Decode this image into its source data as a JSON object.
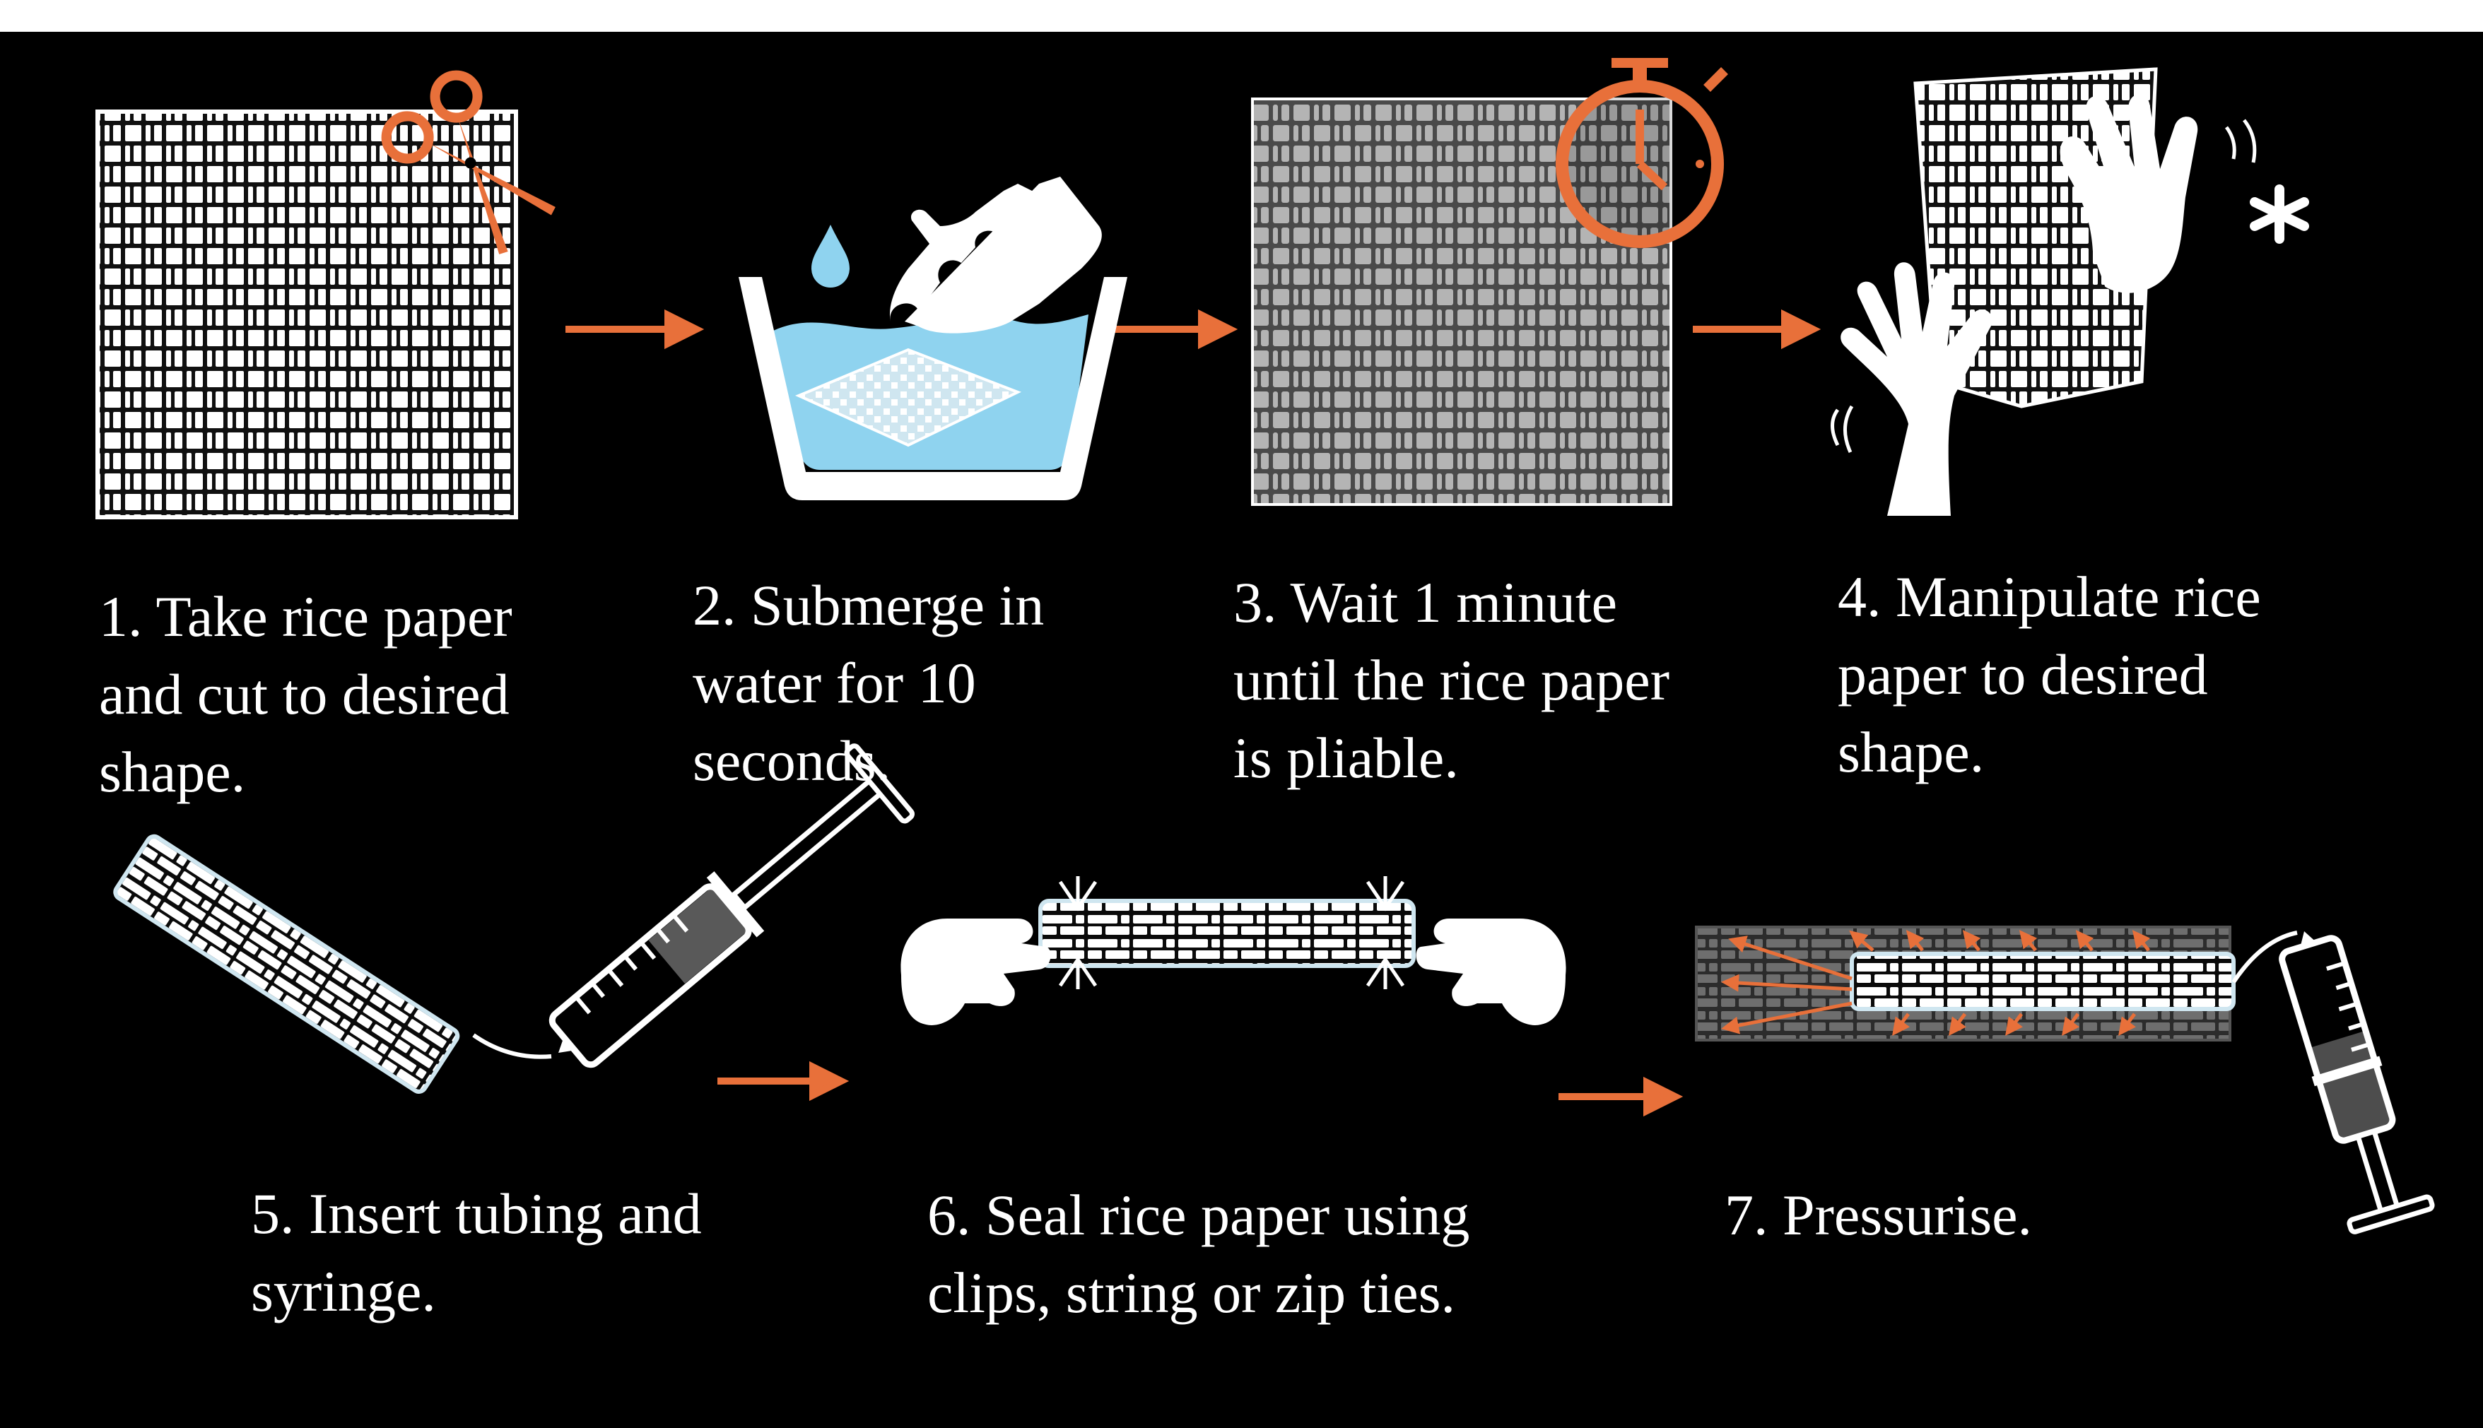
{
  "colors": {
    "background": "#000000",
    "accent": "#e8703a",
    "water": "#8fd3ef",
    "wet_paper": "#9a9a9a",
    "text": "#ffffff"
  },
  "steps": [
    {
      "caption": "1. Take rice paper\nand cut to desired\nshape.",
      "icons": [
        "rice-paper-sheet",
        "scissors-icon"
      ]
    },
    {
      "caption": "2. Submerge in\nwater for 10\nseconds.",
      "icons": [
        "water-bowl",
        "water-drop-icon",
        "hand-icon"
      ]
    },
    {
      "caption": "3. Wait 1 minute\nuntil the rice paper\nis pliable.",
      "icons": [
        "wet-rice-paper",
        "stopwatch-icon"
      ]
    },
    {
      "caption": "4. Manipulate rice\npaper to desired\nshape.",
      "icons": [
        "rice-paper-sheet",
        "hand-icon",
        "sparkle-icon"
      ]
    },
    {
      "caption": "5. Insert tubing and\nsyringe.",
      "icons": [
        "rice-paper-tube",
        "syringe-icon"
      ]
    },
    {
      "caption": "6. Seal rice paper using\nclips, string or zip ties.",
      "icons": [
        "rice-paper-tube",
        "pointing-hand-icon",
        "seal-arrows-icon"
      ]
    },
    {
      "caption": "7. Pressurise.",
      "icons": [
        "pressurised-tube",
        "syringe-icon",
        "pressure-arrows-icon"
      ]
    }
  ]
}
